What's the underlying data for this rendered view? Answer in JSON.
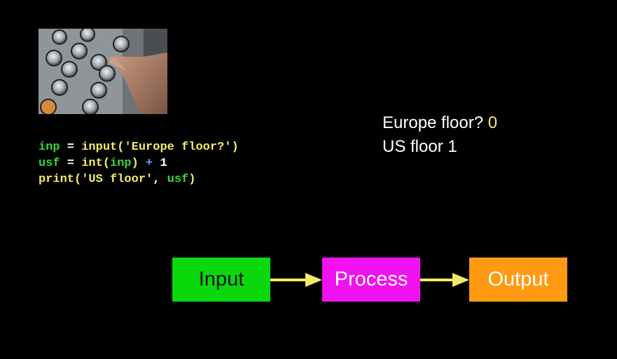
{
  "photo": {
    "icon": "elevator-panel-photo"
  },
  "code": {
    "line1": {
      "var": "inp",
      "op": " = ",
      "func": "input",
      "open": "(",
      "arg": "'Europe floor?'",
      "close": ")"
    },
    "line2": {
      "var": "usf",
      "op": " = ",
      "func": "int",
      "open": "(",
      "arg": "inp",
      "close": ")",
      "plus": " + ",
      "num": "1"
    },
    "line3": {
      "func": "print",
      "open": "(",
      "arg": "'US floor'",
      "comma": ", ",
      "arg2": "usf",
      "close": ")"
    }
  },
  "console": {
    "prompt": "Europe floor?",
    "answer": "0",
    "result": "US floor 1"
  },
  "flow": {
    "input": "Input",
    "process": "Process",
    "output": "Output",
    "arrow_color": "#f2ea6a"
  },
  "colors": {
    "background": "#000000",
    "input_box": "#0bd70d",
    "process_box": "#f012f0",
    "output_box": "#ff9a12"
  }
}
